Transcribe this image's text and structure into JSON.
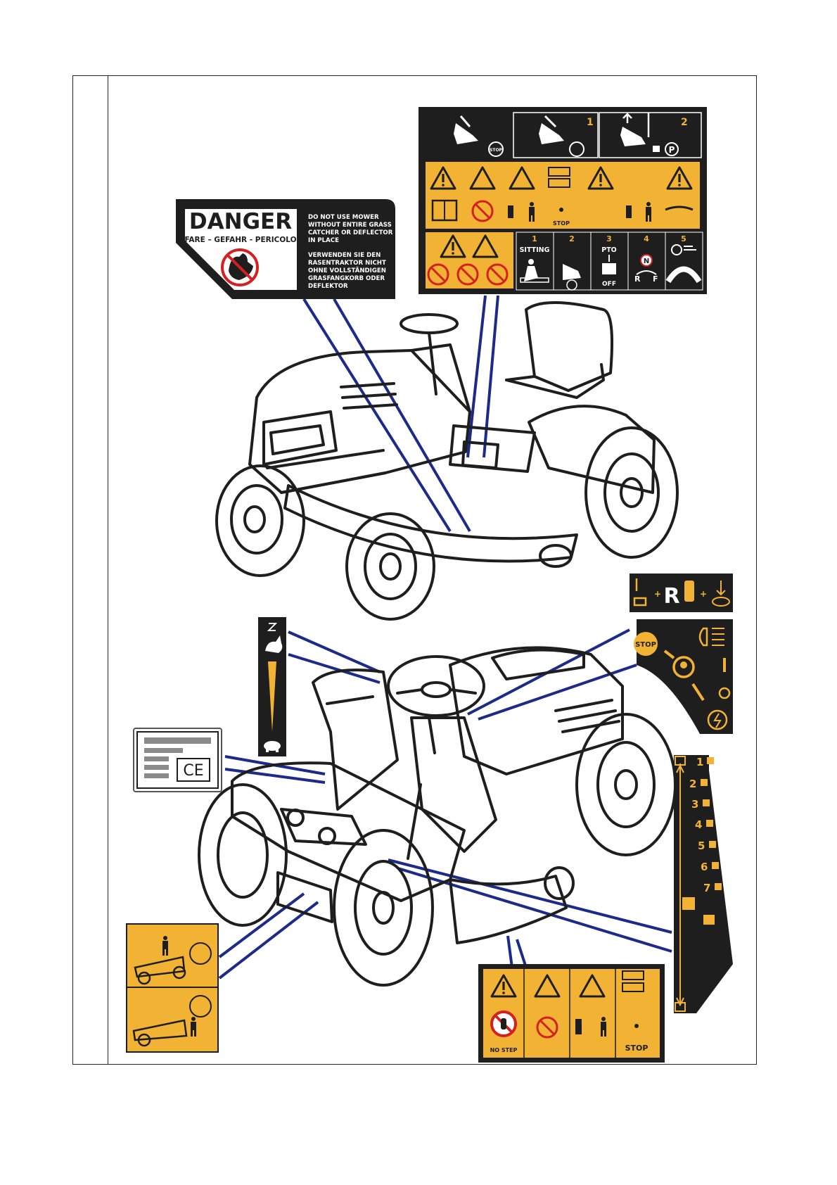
{
  "danger_label": {
    "title": "DANGER",
    "subtitle": "FARE – GEFAHR - PERICOLO",
    "en_lines": [
      "DO NOT USE MOWER",
      "WITHOUT ENTIRE GRASS",
      "CATCHER OR DEFLECTOR",
      "IN PLACE"
    ],
    "de_lines": [
      "VERWENDEN SIE DEN",
      "RASENTRAKTOR NICHT",
      "OHNE VOLLSTÄNDIGEN",
      "GRASFANGKORB ODER",
      "DEFLEKTOR"
    ]
  },
  "top_label": {
    "stop_text": "STOP",
    "step1": "1",
    "step2": "2",
    "park_text": "P",
    "stop_arrows_text": "STOP",
    "bottom_nums": [
      "1",
      "2",
      "3",
      "4",
      "5"
    ],
    "sitting_text": "SITTING",
    "pto_text": "PTO",
    "off_text": "OFF",
    "n_text": "N",
    "r_text": "R",
    "f_text": "F"
  },
  "r_label": {
    "r_text": "R"
  },
  "key_label": {
    "stop_text": "STOP"
  },
  "ce_plate": {
    "ce_text": "CE"
  },
  "height_label": {
    "levels": [
      "1",
      "2",
      "3",
      "4",
      "5",
      "6",
      "7"
    ]
  },
  "bottom_label": {
    "no_step": "NO STEP",
    "stop_text": "STOP"
  },
  "colors": {
    "label_yellow": "#f2b233",
    "label_black": "#1e1e1e",
    "leader_blue": "#1c2a8a"
  }
}
